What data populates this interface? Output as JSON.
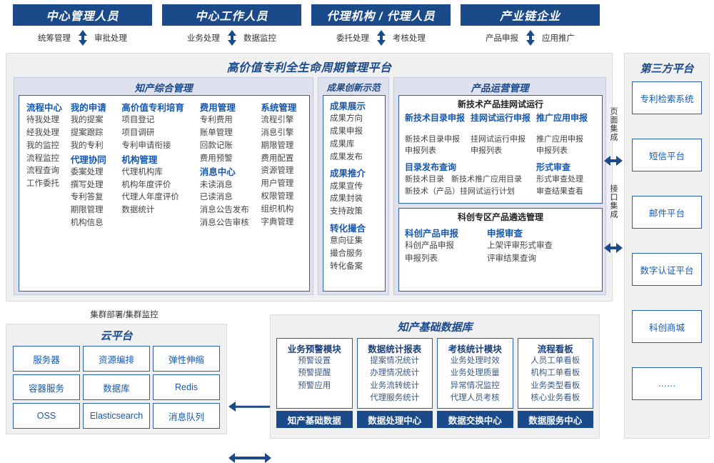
{
  "roles": [
    {
      "title": "中心管理人员",
      "left": "统筹管理",
      "right": "审批处理"
    },
    {
      "title": "中心工作人员",
      "left": "业务处理",
      "right": "数据监控"
    },
    {
      "title": "代理机构 / 代理人员",
      "left": "委托处理",
      "right": "考核处理"
    },
    {
      "title": "产业链企业",
      "left": "产品申报",
      "right": "应用推广"
    }
  ],
  "platform": {
    "title": "高价值专利全生命周期管理平台",
    "sections": {
      "ip_mgmt": {
        "title": "知产综合管理",
        "columns": [
          {
            "head": "流程中心",
            "items": [
              "待我处理",
              "经我处理",
              "我的监控",
              "流程监控",
              "流程查询",
              "工作委托"
            ]
          },
          {
            "head": "我的申请",
            "items": [
              "我的提案",
              "提案跟踪",
              "我的专利"
            ],
            "head2": "代理协同",
            "items2": [
              "委案处理",
              "撰写处理",
              "专利答复",
              "期限管理",
              "机构信息"
            ]
          },
          {
            "head": "高价值专利培育",
            "items": [
              "项目登记",
              "项目调研",
              "专利申请衔接"
            ],
            "head2": "机构管理",
            "items2": [
              "代理机构库",
              "机构年度评价",
              "代理人年度评价",
              "数据统计"
            ]
          },
          {
            "head": "费用管理",
            "items": [
              "专利费用",
              "账单管理",
              "回款记账",
              "费用预警"
            ],
            "head2": "消息中心",
            "items2": [
              "未读消息",
              "已读消息",
              "消息公告发布",
              "消息公告审核"
            ]
          },
          {
            "head": "系统管理",
            "items": [
              "流程引擎",
              "消息引擎",
              "期限管理",
              "费用配置",
              "资源管理",
              "用户管理",
              "权限管理",
              "组织机构",
              "字典管理"
            ]
          }
        ]
      },
      "achievement": {
        "title": "成果创新示范",
        "groups": [
          {
            "head": "成果展示",
            "items": [
              "成果方向",
              "成果申报",
              "成果库",
              "成果发布"
            ]
          },
          {
            "head": "成果推介",
            "items": [
              "成果宣传",
              "成果封装",
              "支持政策"
            ]
          },
          {
            "head": "转化撮合",
            "items": [
              "意向征集",
              "撮合服务",
              "转化备案"
            ]
          }
        ]
      },
      "product_ops": {
        "title": "产品运营管理",
        "block1": {
          "title": "新技术产品挂网试运行",
          "columns": [
            {
              "head": "新技术目录申报",
              "items": [
                "新技术目录申报",
                "申报列表"
              ]
            },
            {
              "head": "挂网试运行申报",
              "items": [
                "挂网试运行申报",
                "申报列表"
              ]
            },
            {
              "head": "推广应用申报",
              "items": [
                "推广应用申报",
                "申报列表"
              ]
            }
          ],
          "row2_left_head": "目录发布查询",
          "row2_left_items": [
            "新技术目录",
            "新技术推广应用目录",
            "新技术（产品）挂网试运行计划"
          ],
          "row2_right_head": "形式审查",
          "row2_right_items": [
            "形式审查处理",
            "审查结果查看"
          ]
        },
        "block2": {
          "title": "科创专区产品遴选管理",
          "columns": [
            {
              "head": "科创产品申报",
              "items": [
                "科创产品申报",
                "申报列表"
              ]
            },
            {
              "head": "申报审查",
              "items": [
                "上架评审形式审查",
                "评审结果查询"
              ]
            }
          ]
        }
      }
    }
  },
  "integration": {
    "page": "页面集成",
    "api": "接口集成"
  },
  "third_party": {
    "title": "第三方平台",
    "items": [
      "专利检索系统",
      "短信平台",
      "邮件平台",
      "数字认证平台",
      "科创商城",
      "……"
    ]
  },
  "cloud": {
    "cluster_label": "集群部署/集群监控",
    "title": "云平台",
    "cells": [
      "服务器",
      "资源编排",
      "弹性伸缩",
      "容器服务",
      "数据库",
      "Redis",
      "OSS",
      "Elasticsearch",
      "消息队列"
    ]
  },
  "database": {
    "title": "知产基础数据库",
    "columns": [
      {
        "head": "业务预警模块",
        "items": [
          "预警设置",
          "预警提醒",
          "预警应用"
        ],
        "foot": "知产基础数据"
      },
      {
        "head": "数据统计报表",
        "items": [
          "提案情况统计",
          "办理情况统计",
          "业务流转统计",
          "代理服务统计"
        ],
        "foot": "数据处理中心"
      },
      {
        "head": "考核统计模块",
        "items": [
          "业务处理时效",
          "业务处理质量",
          "异常情况监控",
          "代理人员考核"
        ],
        "foot": "数据交换中心"
      },
      {
        "head": "流程看板",
        "items": [
          "人员工单看板",
          "机构工单看板",
          "业务类型看板",
          "核心业务看板"
        ],
        "foot": "数据服务中心"
      }
    ]
  },
  "colors": {
    "brand": "#1a4a8a",
    "accent": "#1558b0",
    "panel_bg": "#f0f0f0",
    "section_bg": "#dfe1ef"
  }
}
